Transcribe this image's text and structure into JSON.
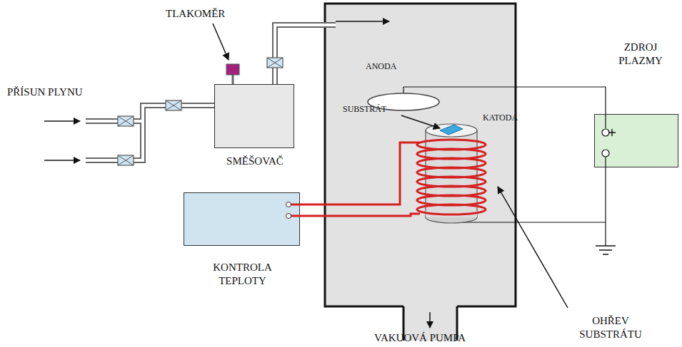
{
  "diagram": {
    "nodes": [
      {
        "text": [
          "SMĚŠOVAČ"
        ]
      },
      {
        "text": [
          "ZDROJ PLAZMY"
        ]
      },
      {
        "text": [
          "KONTROLA TEPLOTY"
        ]
      }
    ],
    "labels": [
      "TLAKOMĚR",
      "PŘÍSUN PLYNU",
      "ANODA",
      "SUBSTRÁT",
      "KATODA",
      "VAKUOVÁ PUMPA",
      "OHŘEV SUBSTRÁTU"
    ]
  }
}
